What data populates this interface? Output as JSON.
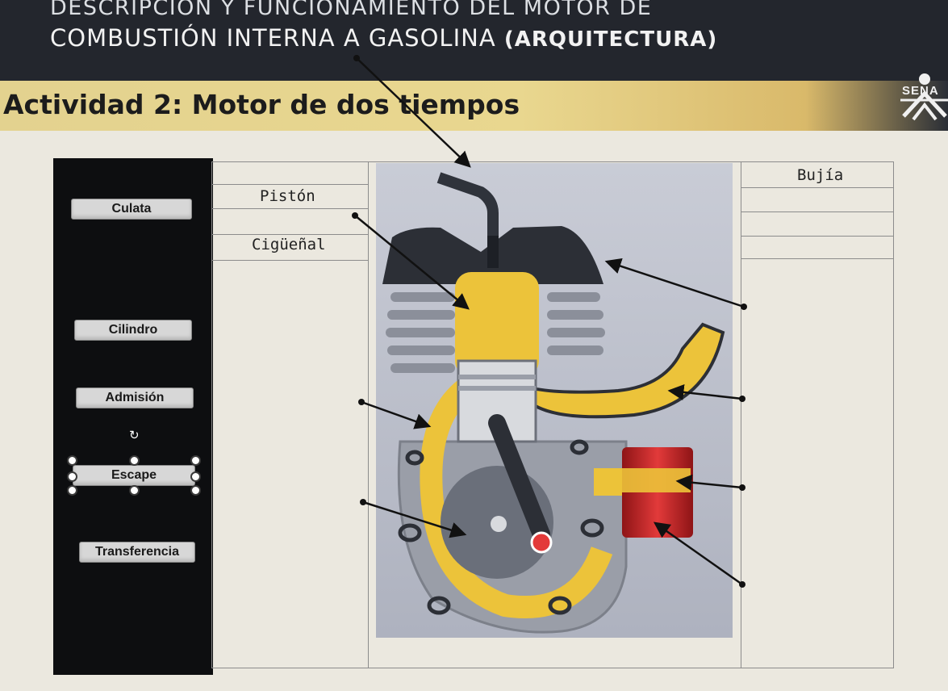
{
  "header": {
    "line1": "DESCRIPCIÓN Y FUNCIONAMIENTO DEL MOTOR DE",
    "line2_main": "COMBUSTIÓN INTERNA A GASOLINA ",
    "line2_bold": "(ARQUITECTURA)"
  },
  "activity": {
    "title": "Actividad 2: Motor de dos tiempos"
  },
  "logo": {
    "text": "SENA"
  },
  "labels": [
    {
      "id": "culata",
      "text": "Culata"
    },
    {
      "id": "cilindro",
      "text": "Cilindro"
    },
    {
      "id": "admision",
      "text": "Admisión"
    },
    {
      "id": "escape",
      "text": "Escape"
    },
    {
      "id": "transferencia",
      "text": "Transferencia"
    }
  ],
  "table": {
    "row1_left": "Pistón",
    "row3_left": "Cigüeñal",
    "row1_right": "Bujía"
  },
  "colors": {
    "header_dark": "#23262d",
    "activity_band": "#e9d78f",
    "panel_black": "#0d0e10",
    "flow_yellow": "#ecc33a",
    "exhaust_red": "#c8242a",
    "engine_gray": "#5e6470"
  },
  "icons": {
    "rotate": "rotate-icon",
    "logo": "sena-logo-icon"
  }
}
